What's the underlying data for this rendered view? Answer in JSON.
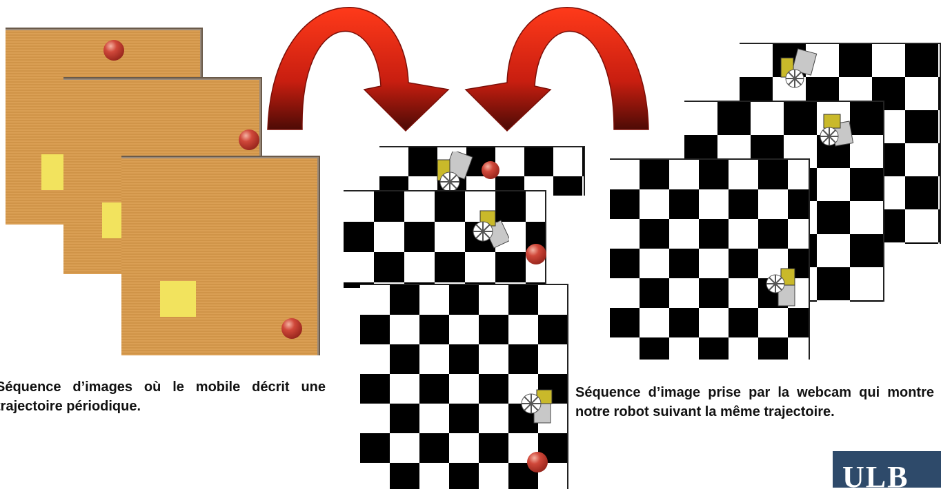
{
  "captions": {
    "left": "Séquence d’images où le mobile décrit une trajectoire périodique.",
    "right": "Séquence d’image prise par la webcam qui montre notre robot suivant la même trajectoire."
  },
  "logo": {
    "text": "ULB"
  },
  "colors": {
    "arrow": "#c82010",
    "orange_frame": "#d89a4b",
    "yellow_square": "#f2e35e",
    "logo_bg": "#2e4a6a"
  }
}
